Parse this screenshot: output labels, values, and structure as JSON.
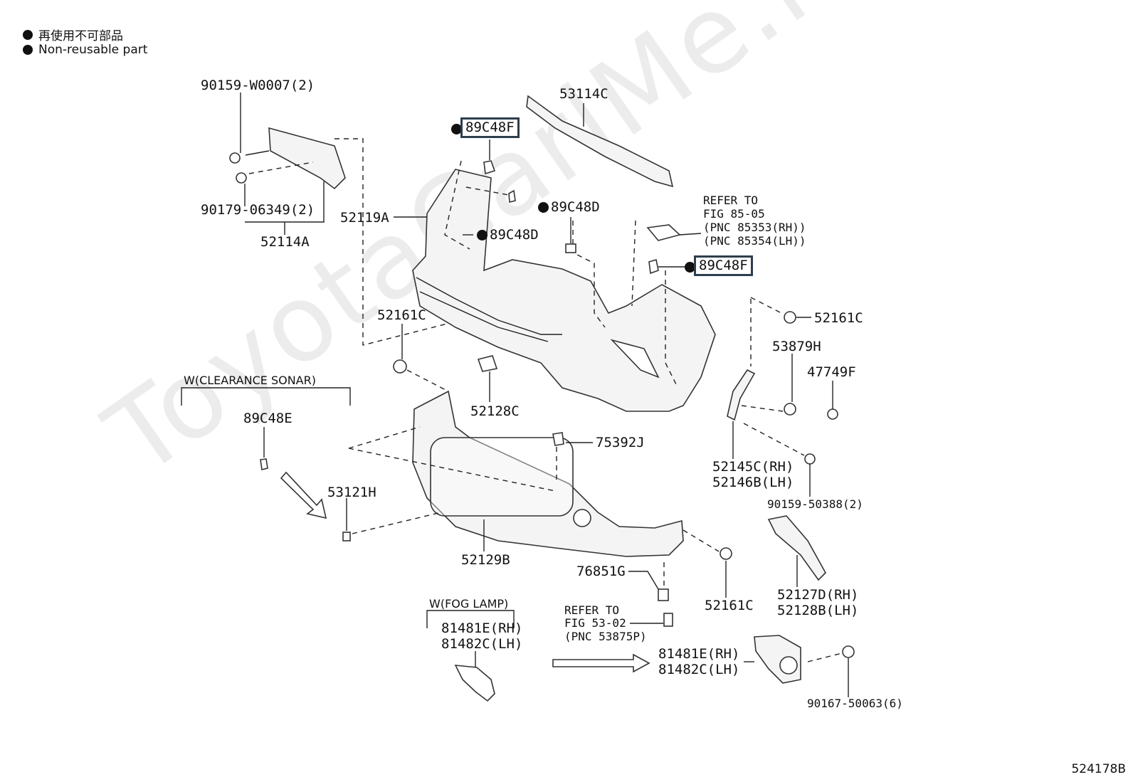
{
  "legend": {
    "japanese": "再使用不可部品",
    "english": "Non-reusable part"
  },
  "watermark": "ToyotaCarlMe.ru",
  "figure_id": "524178B",
  "groups": {
    "clearance_sonar": "W(CLEARANCE SONAR)",
    "fog_lamp": "W(FOG LAMP)"
  },
  "parts": {
    "p90159_w0007": "90159-W0007(2)",
    "p90179_06349": "90179-06349(2)",
    "p52114a": "52114A",
    "p52119a": "52119A",
    "p89c48f_top": "89C48F",
    "p89c48d_a": "89C48D",
    "p89c48d_b": "89C48D",
    "p53114c": "53114C",
    "refer_85_l1": "REFER TO",
    "refer_85_l2": "FIG 85-05",
    "refer_85_l3": "(PNC 85353(RH))",
    "refer_85_l4": "(PNC 85354(LH))",
    "p89c48f_right": "89C48F",
    "p52161c_right": "52161C",
    "p52161c_left": "52161C",
    "p53879h": "53879H",
    "p47749f": "47749F",
    "p52128c": "52128C",
    "p89c48e": "89C48E",
    "p75392j": "75392J",
    "p52145c": "52145C(RH)",
    "p52146b": "52146B(LH)",
    "p90159_50388": "90159-50388(2)",
    "p53121h": "53121H",
    "p52129b": "52129B",
    "p76851g": "76851G",
    "p52161c_bottom": "52161C",
    "p52127d": "52127D(RH)",
    "p52128b": "52128B(LH)",
    "refer_53_l1": "REFER TO",
    "refer_53_l2": "FIG 53-02",
    "refer_53_l3": "(PNC 53875P)",
    "p81481e_left": "81481E(RH)",
    "p81482c_left": "81482C(LH)",
    "p81481e_right": "81481E(RH)",
    "p81482c_right": "81482C(LH)",
    "p90167_50063": "90167-50063(6)"
  }
}
